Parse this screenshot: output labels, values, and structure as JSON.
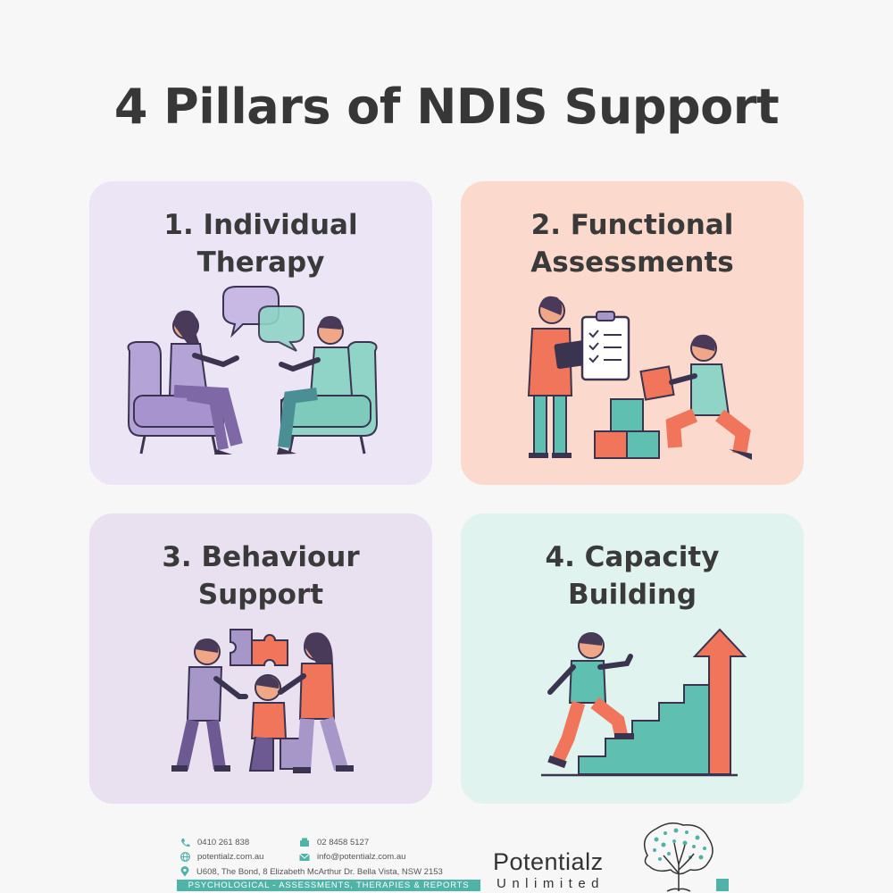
{
  "title": "4 Pillars of NDIS Support",
  "pillars": [
    {
      "line1": "1. Individual",
      "line2": "Therapy",
      "illustration": "therapy-session-illustration"
    },
    {
      "line1": "2. Functional",
      "line2": "Assessments",
      "illustration": "assessment-illustration"
    },
    {
      "line1": "3. Behaviour",
      "line2": "Support",
      "illustration": "behaviour-support-illustration"
    },
    {
      "line1": "4. Capacity",
      "line2": "Building",
      "illustration": "stairs-growth-illustration"
    }
  ],
  "contact": {
    "mobile": "0410  261 838",
    "fax": "02 8458 5127",
    "website": "potentialz.com.au",
    "email": "info@potentialz.com.au",
    "address": "U608, The Bond, 8 Elizabeth McArthur Dr. Bella Vista, NSW 2153"
  },
  "tagline": "PSYCHOLOGICAL - ASSESSMENTS, THERAPIES & REPORTS",
  "brand": {
    "name": "Potentialz",
    "subtitle": "Unlimited",
    "logo": "brain-tree-logo"
  },
  "colors": {
    "teal": "#4fb3a8",
    "coral": "#f0755a",
    "purple": "#a796c8",
    "card1": "#ece5f6",
    "card2": "#fbd9cd",
    "card3": "#e9e0f0",
    "card4": "#e0f3ee"
  }
}
